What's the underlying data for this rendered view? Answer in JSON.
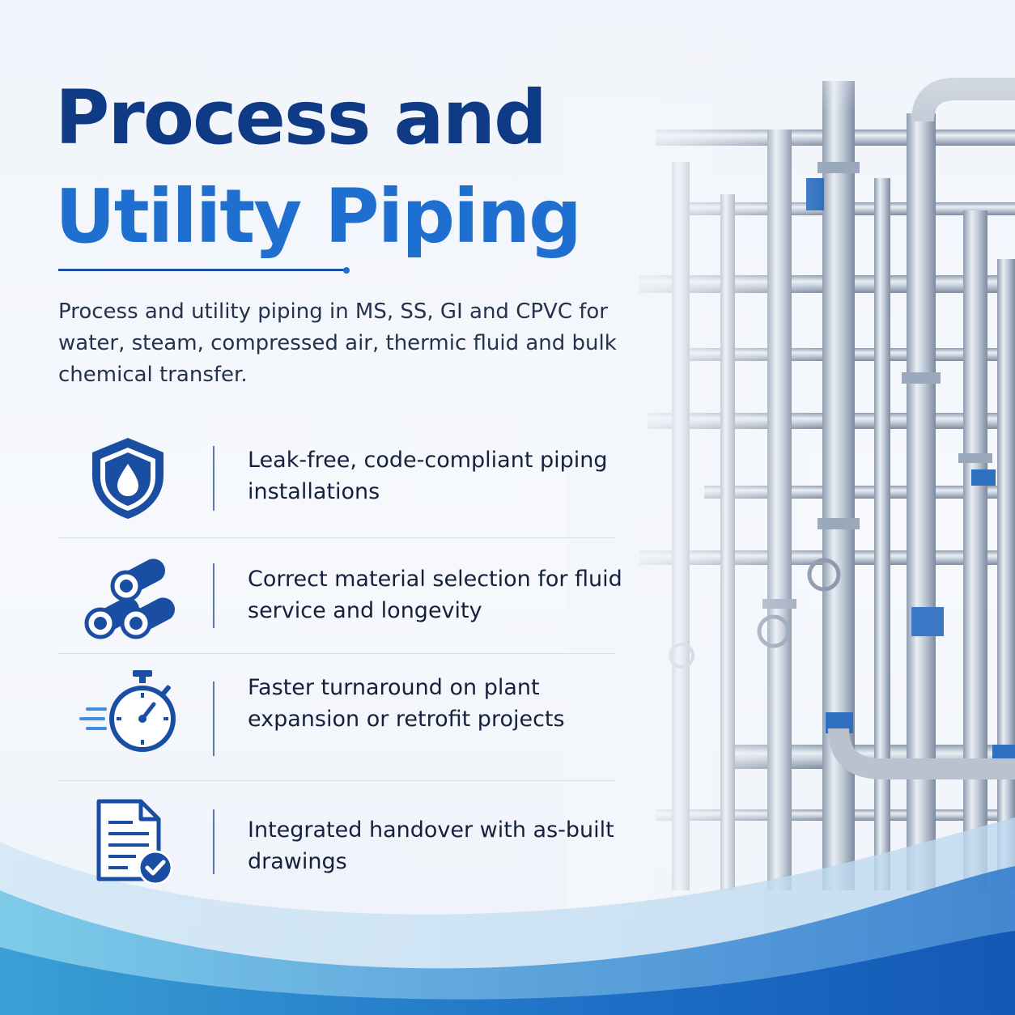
{
  "title": {
    "line1": "Process and",
    "line2": "Utility Piping"
  },
  "intro": "Process and utility piping in MS, SS, GI and CPVC for water, steam, compressed air, thermic fluid and bulk chemical transfer.",
  "features": [
    {
      "icon": "shield-water-drop-icon",
      "text": "Leak-free, code-compliant piping installations"
    },
    {
      "icon": "stacked-pipes-icon",
      "text": "Correct material selection for fluid service and longevity"
    },
    {
      "icon": "stopwatch-icon",
      "text": "Faster turnaround on plant expansion or retrofit projects"
    },
    {
      "icon": "document-check-icon",
      "text": "Integrated handover with as-built drawings"
    }
  ],
  "colors": {
    "title_dark": "#0f3a86",
    "title_blue": "#1f6fd1",
    "icon_blue": "#1a4ea3",
    "text": "#14213d",
    "wave_blue": "#1565c0",
    "wave_teal": "#4fb3d9"
  }
}
